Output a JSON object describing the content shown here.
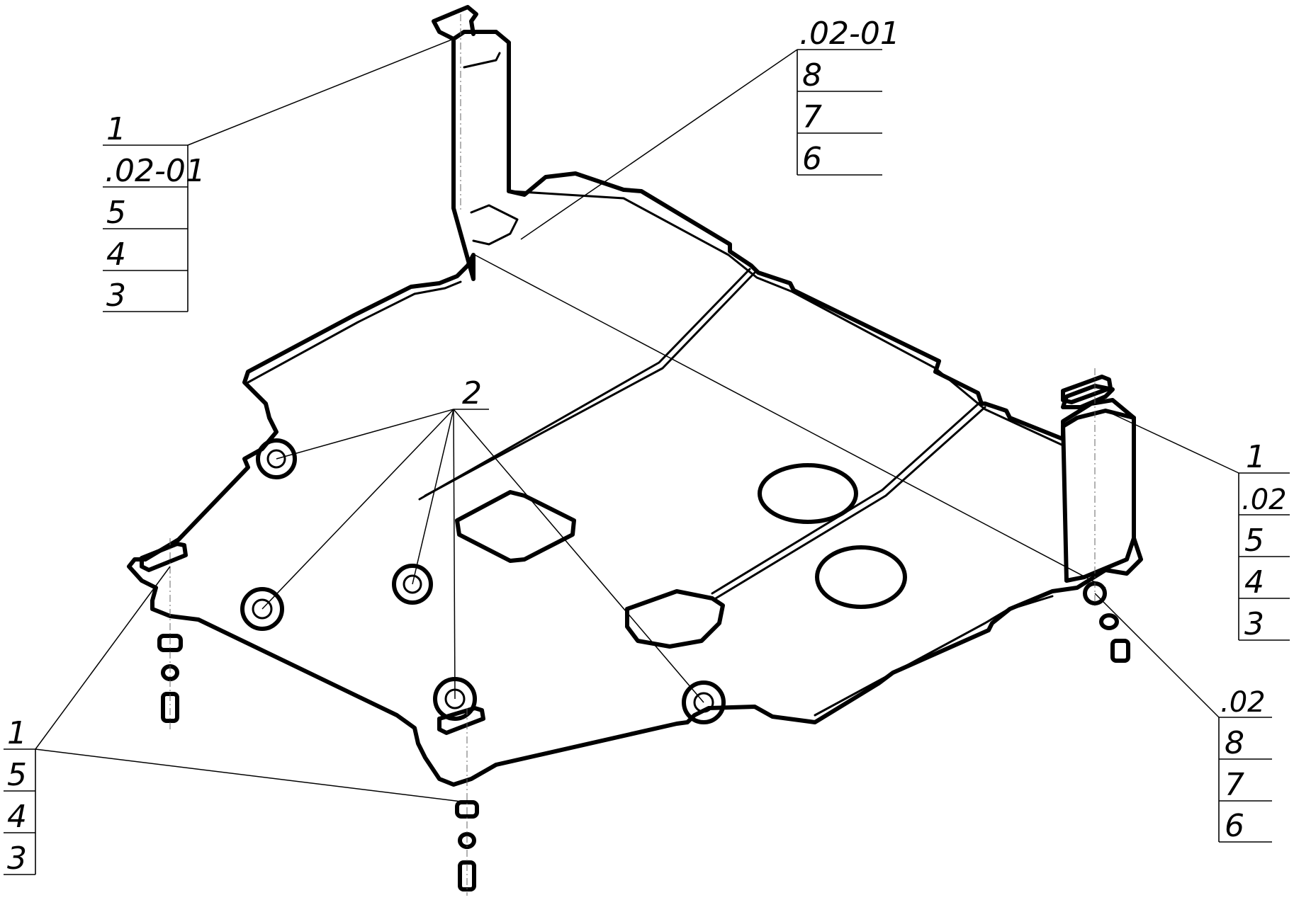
{
  "callouts": {
    "top_left": [
      "1",
      ".02-01",
      "5",
      "4",
      "3"
    ],
    "top_center": [
      ".02-01",
      "8",
      "7",
      "6"
    ],
    "center": [
      "2"
    ],
    "right_upper": [
      "1",
      ".02",
      "5",
      "4",
      "3"
    ],
    "right_lower": [
      ".02",
      "8",
      "7",
      "6"
    ],
    "bottom_left": [
      "1",
      "5",
      "4",
      "3"
    ]
  }
}
